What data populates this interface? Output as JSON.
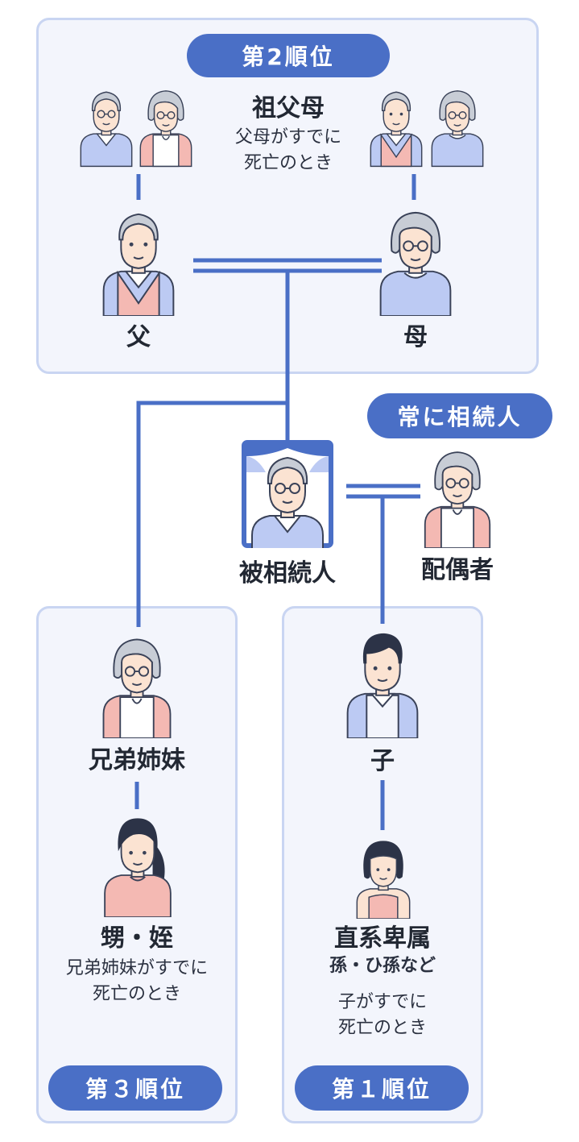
{
  "diagram": {
    "rank2": {
      "badge": "第2順位",
      "grandparents_label": "祖父母",
      "grandparents_note_1": "父母がすでに",
      "grandparents_note_2": "死亡のとき",
      "father_label": "父",
      "mother_label": "母"
    },
    "always_badge": "常に相続人",
    "deceased_label": "被相続人",
    "spouse_label": "配偶者",
    "rank3": {
      "badge": "第３順位",
      "siblings_label": "兄弟姉妹",
      "nephews_label": "甥・姪",
      "nephews_note_1": "兄弟姉妹がすでに",
      "nephews_note_2": "死亡のとき"
    },
    "rank1": {
      "badge": "第１順位",
      "child_label": "子",
      "descendants_label": "直系卑属",
      "descendants_sub": "孫・ひ孫など",
      "descendants_note_1": "子がすでに",
      "descendants_note_2": "死亡のとき"
    }
  },
  "colors": {
    "accent": "#4a6fc6",
    "line": "#4a6fc6",
    "panel_bg": "#f3f5fc",
    "panel_border": "#c9d5f2",
    "garment_blue": "#bccaf3",
    "garment_pink": "#f4b9b3",
    "hair_gray": "#c8cdd6",
    "hair_dark": "#2c3347",
    "skin": "#fbe3d2",
    "outline": "#3a4258"
  },
  "icons": {
    "person": "person-icon",
    "portrait": "framed-portrait-icon"
  }
}
